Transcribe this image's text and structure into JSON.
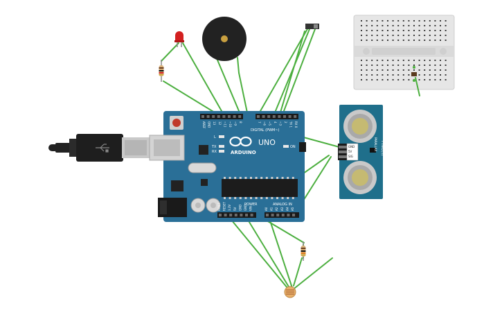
{
  "arduino": {
    "logo_text": "ARDUINO",
    "model": "UNO",
    "on_label": "ON",
    "tx_label": "TX",
    "rx_label": "RX",
    "l_label": "L",
    "digital_label": "DIGITAL (PWM~)",
    "aref_label": "AREF",
    "gnd_label": "GND",
    "digital_pins": [
      "13",
      "12",
      "~11",
      "~10",
      "~9",
      "8",
      "7",
      "~6",
      "~5",
      "4",
      "~3",
      "2",
      "TX 1",
      "RX 0"
    ],
    "power_label": "POWER",
    "analog_label": "ANALOG IN",
    "power_pins": [
      "IOREF",
      "RESET",
      "3.3V",
      "5V",
      "GND",
      "GND",
      "VIN"
    ],
    "analog_pins": [
      "A0",
      "A1",
      "A2",
      "A3",
      "A4",
      "A5"
    ]
  },
  "ping_sensor": {
    "name": "PING)))",
    "brand": "PARALLAX",
    "pins": [
      "GND",
      "5V",
      "SIG"
    ]
  },
  "colors": {
    "board": "#2a6f97",
    "wire": "#4caf3f",
    "led": "#d32020",
    "breadboard": "#e6e6e6",
    "sensor_pcb": "#1f6f8b"
  }
}
